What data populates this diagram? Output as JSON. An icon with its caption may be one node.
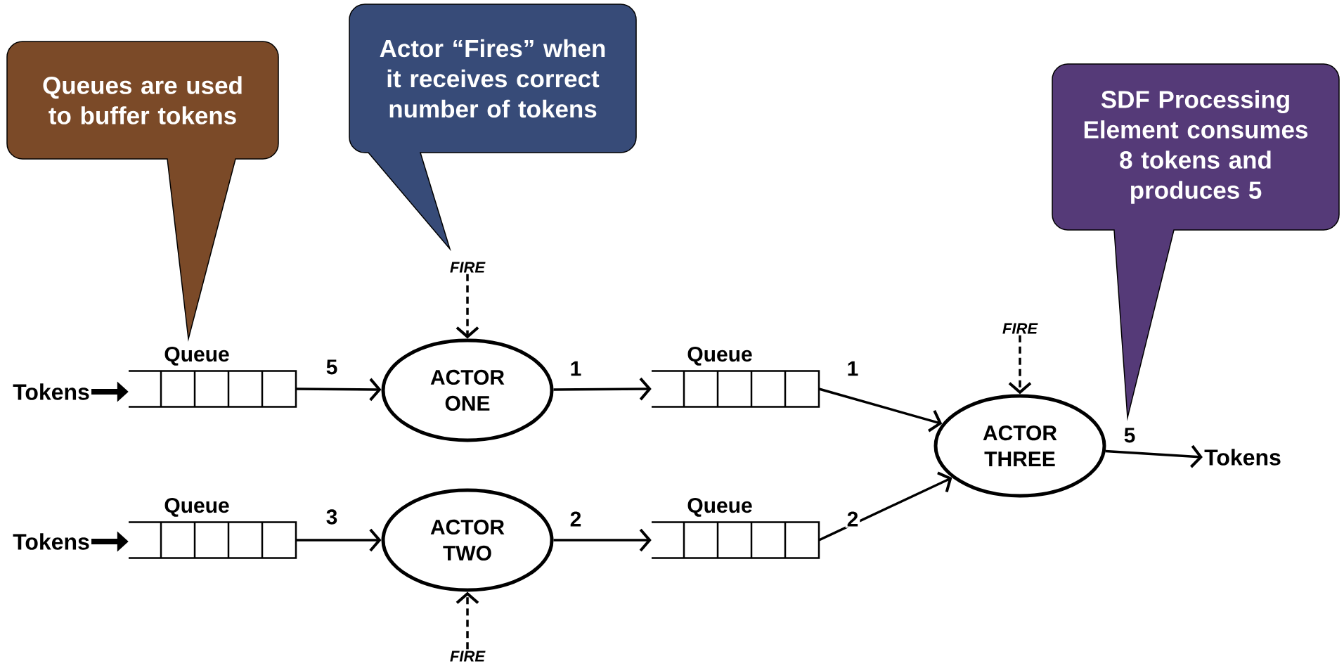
{
  "diagram": {
    "nodes": [
      {
        "text": [
          "Queues are used to buffer tokens"
        ]
      },
      {
        "text": [
          "Actor “Fires” when it receives correct number of tokens"
        ]
      },
      {
        "text": [
          "SDF Processing Element consumes 8 tokens and produces 5"
        ]
      },
      {
        "text": [
          "Tokens"
        ]
      },
      {
        "text": [
          "Queue"
        ]
      },
      {
        "text": [
          "ACTOR ONE"
        ]
      },
      {
        "text": [
          "Queue"
        ]
      },
      {
        "text": [
          "Tokens"
        ]
      },
      {
        "text": [
          "Queue"
        ]
      },
      {
        "text": [
          "ACTOR TWO"
        ]
      },
      {
        "text": [
          "Queue"
        ]
      },
      {
        "text": [
          "ACTOR THREE"
        ]
      },
      {
        "text": [
          "Tokens"
        ]
      },
      {
        "text": [
          "FIRE"
        ]
      },
      {
        "text": [
          "FIRE"
        ]
      },
      {
        "text": [
          "FIRE"
        ]
      }
    ],
    "edges": [
      {
        "from": 3,
        "to": 4,
        "arrow": "to",
        "style": "thick"
      },
      {
        "from": 4,
        "to": 5,
        "arrow": "to",
        "label": "5"
      },
      {
        "from": 5,
        "to": 6,
        "arrow": "to",
        "label": "1"
      },
      {
        "from": 7,
        "to": 8,
        "arrow": "to",
        "style": "thick"
      },
      {
        "from": 8,
        "to": 9,
        "arrow": "to",
        "label": "3"
      },
      {
        "from": 9,
        "to": 10,
        "arrow": "to",
        "label": "2"
      },
      {
        "from": 6,
        "to": 11,
        "arrow": "to",
        "label": "1"
      },
      {
        "from": 10,
        "to": 11,
        "arrow": "to",
        "label": "2"
      },
      {
        "from": 11,
        "to": 12,
        "arrow": "to",
        "label": "5"
      },
      {
        "from": 13,
        "to": 5,
        "arrow": "to",
        "style": "dashed"
      },
      {
        "from": 14,
        "to": 9,
        "arrow": "to",
        "style": "dashed"
      },
      {
        "from": 15,
        "to": 11,
        "arrow": "to",
        "style": "dashed"
      }
    ]
  }
}
